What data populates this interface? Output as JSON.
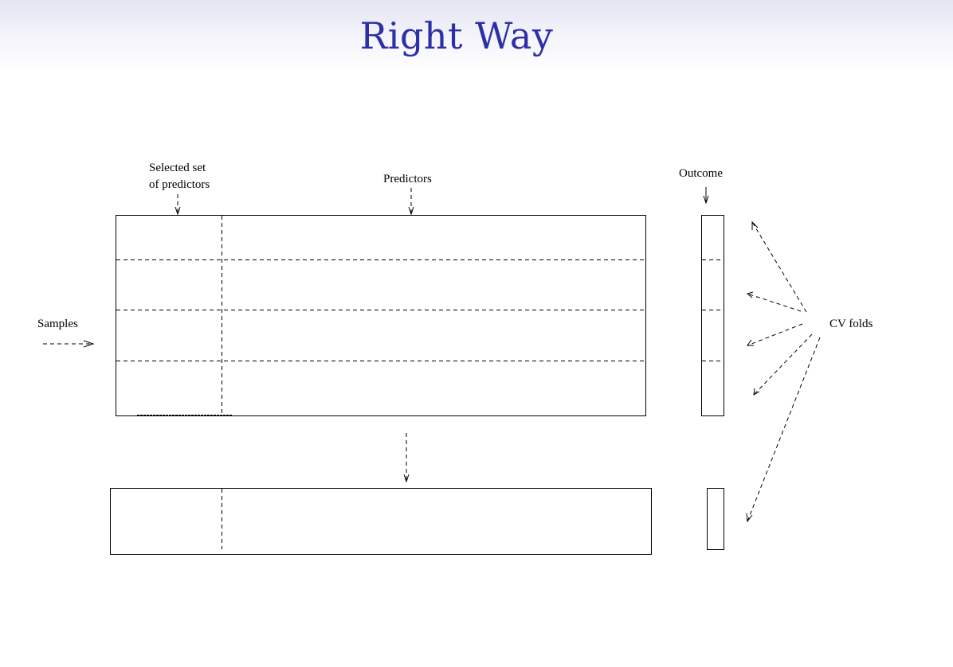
{
  "title": "Right Way",
  "labels": {
    "selected_set_line1": "Selected set",
    "selected_set_line2": "of predictors",
    "predictors": "Predictors",
    "outcome": "Outcome",
    "samples": "Samples",
    "cv_folds": "CV folds"
  },
  "colors": {
    "title": "#2d2fa6",
    "header_gradient_top": "#e4e4f3"
  }
}
